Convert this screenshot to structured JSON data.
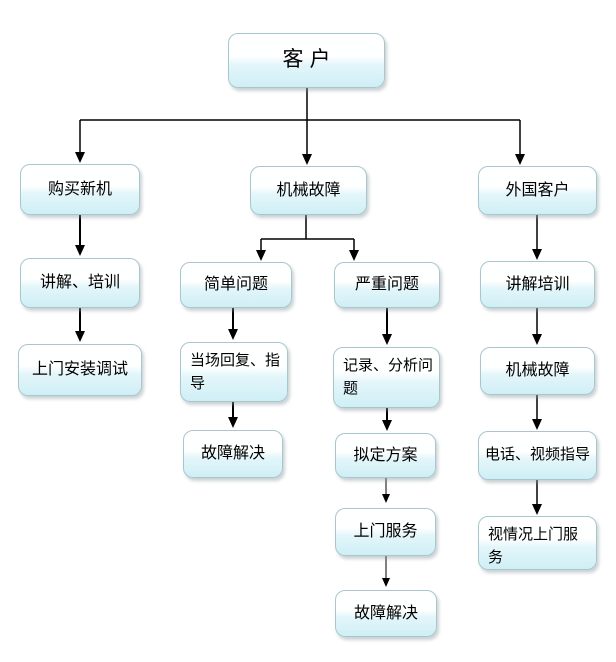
{
  "diagram": {
    "type": "flowchart",
    "title_node": "客户",
    "accent_fill_top": "#ffffff",
    "accent_fill_bottom": "#cfeff6",
    "border_color": "#a9c6cf",
    "line_color": "#000000"
  },
  "nodes": [
    {
      "id": "customer",
      "label": "客户"
    },
    {
      "id": "buy-new-machine",
      "label": "购买新机"
    },
    {
      "id": "mechanical-fault",
      "label": "机械故障"
    },
    {
      "id": "foreign-customer",
      "label": "外国客户"
    },
    {
      "id": "explain-training",
      "label": "讲解、培训"
    },
    {
      "id": "simple-problem",
      "label": "简单问题"
    },
    {
      "id": "serious-problem",
      "label": "严重问题"
    },
    {
      "id": "explain-training-2",
      "label": "讲解培训"
    },
    {
      "id": "onsite-install",
      "label": "上门安装调试"
    },
    {
      "id": "onsite-reply",
      "label": "当场回复、指导"
    },
    {
      "id": "record-analyze",
      "label": "记录、分析问题"
    },
    {
      "id": "mechanical-fault-2",
      "label": "机械故障"
    },
    {
      "id": "fault-resolved-1",
      "label": "故障解决"
    },
    {
      "id": "draft-plan",
      "label": "拟定方案"
    },
    {
      "id": "phone-video-guide",
      "label": "电话、视频指导"
    },
    {
      "id": "onsite-service",
      "label": "上门服务"
    },
    {
      "id": "onsite-as-needed",
      "label": "视情况上门服务"
    },
    {
      "id": "fault-resolved-2",
      "label": "故障解决"
    }
  ],
  "edges": [
    {
      "from": "customer",
      "to": "buy-new-machine"
    },
    {
      "from": "customer",
      "to": "mechanical-fault"
    },
    {
      "from": "customer",
      "to": "foreign-customer"
    },
    {
      "from": "buy-new-machine",
      "to": "explain-training"
    },
    {
      "from": "explain-training",
      "to": "onsite-install"
    },
    {
      "from": "mechanical-fault",
      "to": "simple-problem"
    },
    {
      "from": "mechanical-fault",
      "to": "serious-problem"
    },
    {
      "from": "simple-problem",
      "to": "onsite-reply"
    },
    {
      "from": "onsite-reply",
      "to": "fault-resolved-1"
    },
    {
      "from": "serious-problem",
      "to": "record-analyze"
    },
    {
      "from": "record-analyze",
      "to": "draft-plan"
    },
    {
      "from": "draft-plan",
      "to": "onsite-service"
    },
    {
      "from": "onsite-service",
      "to": "fault-resolved-2"
    },
    {
      "from": "foreign-customer",
      "to": "explain-training-2"
    },
    {
      "from": "explain-training-2",
      "to": "mechanical-fault-2"
    },
    {
      "from": "mechanical-fault-2",
      "to": "phone-video-guide"
    },
    {
      "from": "phone-video-guide",
      "to": "onsite-as-needed"
    }
  ]
}
